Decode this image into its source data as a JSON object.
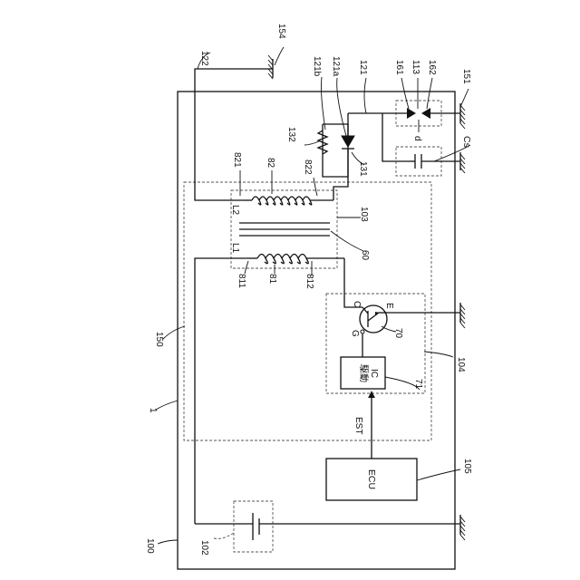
{
  "refs": {
    "r122": "122",
    "r154": "154",
    "r121b": "121b",
    "r121a": "121a",
    "r121": "121",
    "r161": "161",
    "r113": "113",
    "r162": "162",
    "r151": "151",
    "r132": "132",
    "r131": "131",
    "rd": "d",
    "rCs": "Cs",
    "r821": "821",
    "r82": "82",
    "r822": "822",
    "rL2": "L2",
    "r103": "103",
    "r60": "60",
    "rL1": "L1",
    "r811": "811",
    "r81": "81",
    "r812": "812",
    "r150": "150",
    "rC": "C",
    "rE": "E",
    "rG": "G",
    "r70": "70",
    "r104": "104",
    "r71": "71",
    "r1": "1",
    "rEST": "EST",
    "r105": "105",
    "r100": "100",
    "r102": "102"
  },
  "blocks": {
    "drive_ic_line1": "駆動",
    "drive_ic_line2": "IC",
    "ecu": "ECU"
  }
}
